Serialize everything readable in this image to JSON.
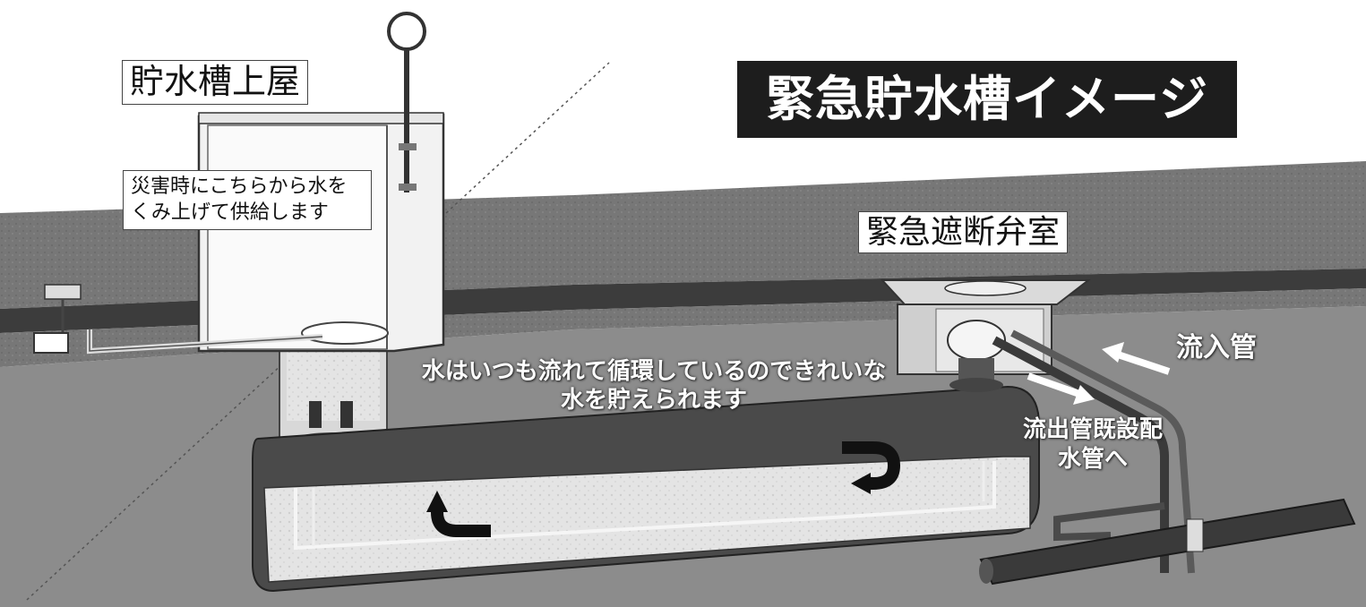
{
  "title": "緊急貯水槽イメージ",
  "labels": {
    "hut": "貯水槽上屋",
    "valve_room": "緊急遮断弁室",
    "disaster_note": "災害時にこちらから水をくみ上げて供給します",
    "circulation_note": "水はいつも流れて循環しているのできれいな水を貯えられます",
    "inflow_pipe": "流入管",
    "outflow_pipe": "流出管既設配水管へ"
  },
  "colors": {
    "title_bg": "#1d1d1d",
    "title_text": "#ffffff",
    "ground": "#8c8c8c",
    "tank": "#4a4a4a"
  },
  "icons": [
    "circulation-arrow-icon",
    "flow-direction-arrow-icon"
  ]
}
